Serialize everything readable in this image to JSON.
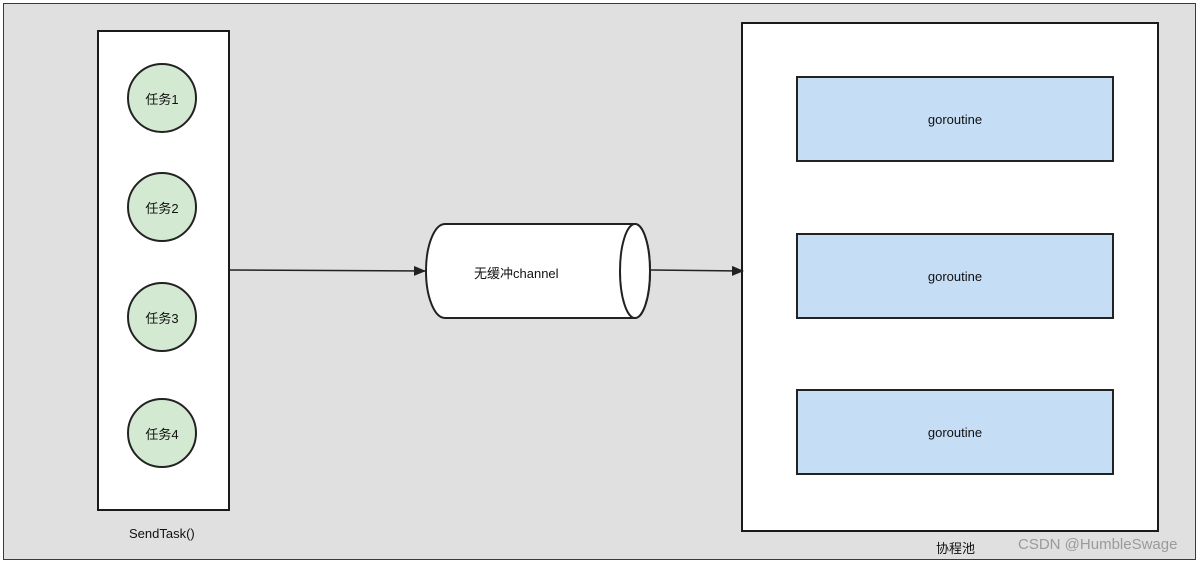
{
  "diagram": {
    "sender": {
      "label": "SendTask()",
      "tasks": [
        {
          "label": "任务1"
        },
        {
          "label": "任务2"
        },
        {
          "label": "任务3"
        },
        {
          "label": "任务4"
        }
      ]
    },
    "channel": {
      "label": "无缓冲channel"
    },
    "pool": {
      "label": "协程池",
      "workers": [
        {
          "label": "goroutine"
        },
        {
          "label": "goroutine"
        },
        {
          "label": "goroutine"
        }
      ]
    },
    "colors": {
      "background": "#e0e0e0",
      "task_fill": "#d4e9d2",
      "worker_fill": "#c5ddf5",
      "stroke": "#222222"
    }
  },
  "watermark": "CSDN @HumbleSwage"
}
